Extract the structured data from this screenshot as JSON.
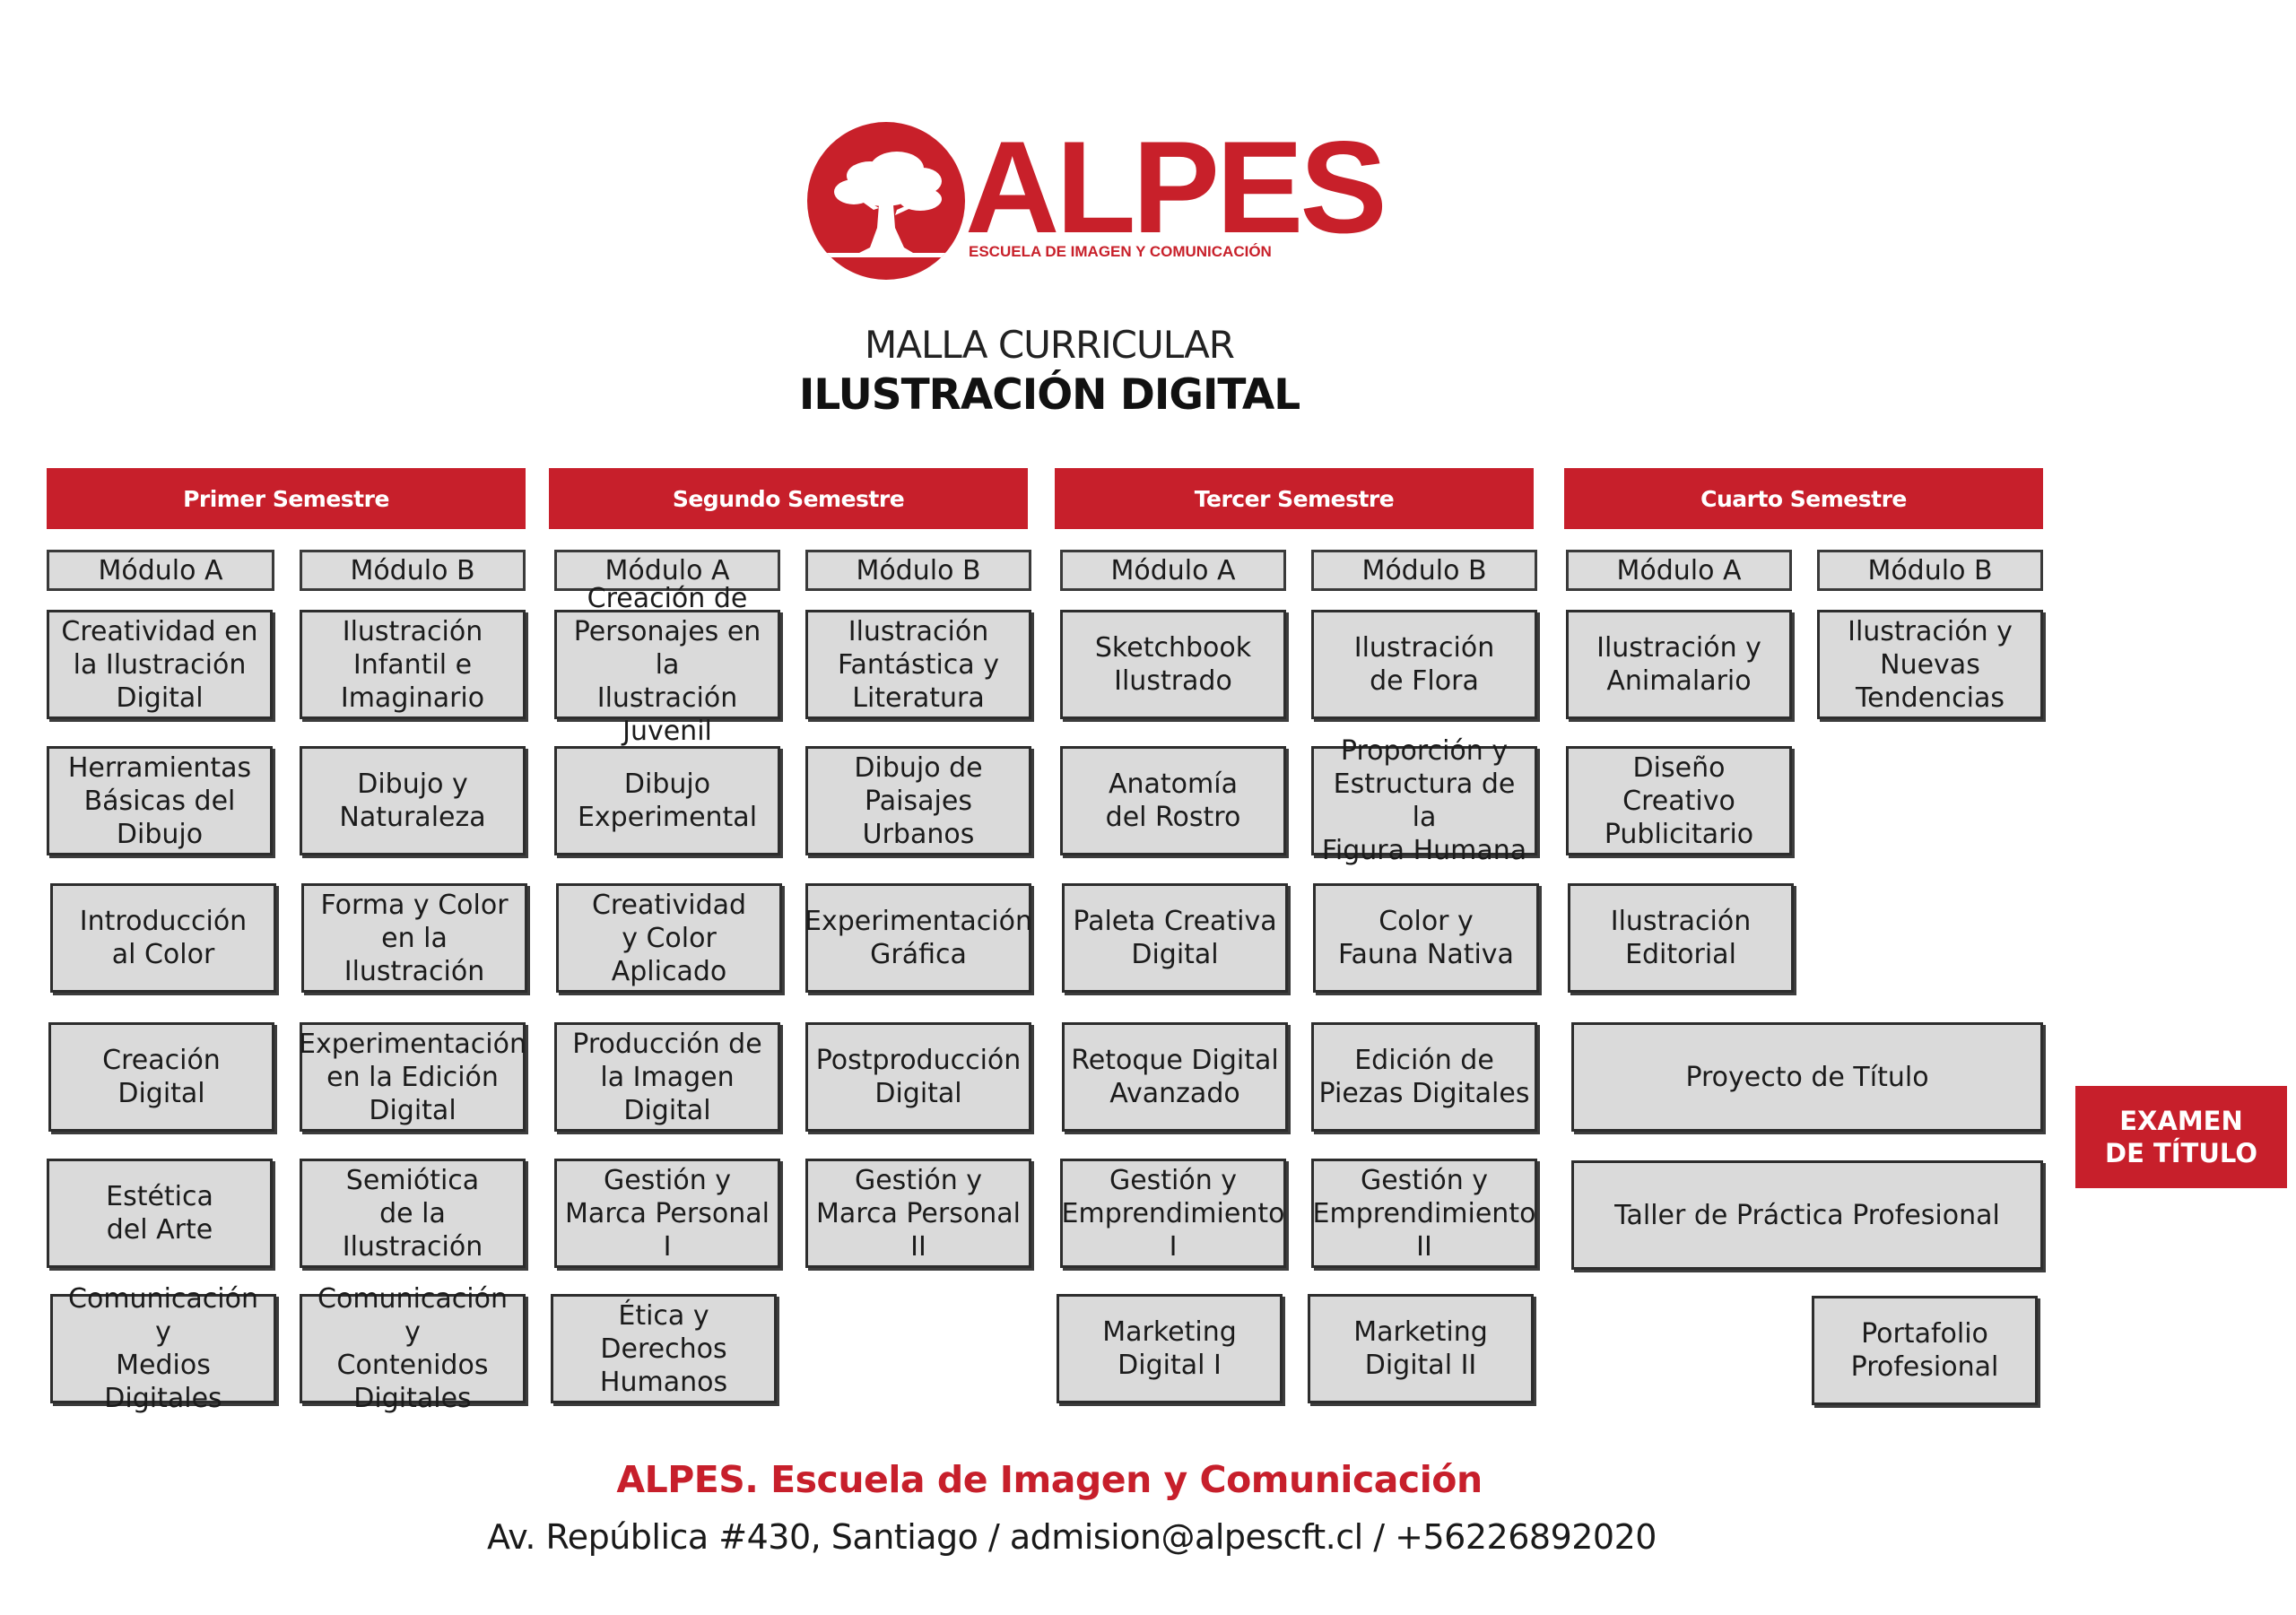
{
  "header": {
    "logo_word": "ALPES",
    "logo_tagline": "ESCUELA DE IMAGEN Y COMUNICACIÓN",
    "title_line1": "MALLA CURRICULAR",
    "title_line2": "ILUSTRACIÓN DIGITAL"
  },
  "semesters": [
    {
      "name": "Primer Semestre",
      "modules": [
        {
          "label": "Módulo A",
          "courses": [
            "Creatividad en\nla Ilustración\nDigital",
            "Herramientas\nBásicas del\nDibujo",
            "Introducción\nal Color",
            "Creación\nDigital",
            "Estética\ndel Arte",
            "Comunicación y\nMedios\nDigitales"
          ]
        },
        {
          "label": "Módulo B",
          "courses": [
            "Ilustración\nInfantil e\nImaginario",
            "Dibujo y\nNaturaleza",
            "Forma y Color\nen la\nIlustración",
            "Experimentación\nen la Edición\nDigital",
            "Semiótica\nde la\nIlustración",
            "Comunicación y\nContenidos\nDigitales"
          ]
        }
      ]
    },
    {
      "name": "Segundo Semestre",
      "modules": [
        {
          "label": "Módulo A",
          "courses": [
            "Creación de\nPersonajes en la\nIlustración Juvenil",
            "Dibujo\nExperimental",
            "Creatividad\ny Color\nAplicado",
            "Producción de\nla Imagen\nDigital",
            "Gestión y\nMarca Personal I",
            "Ética y\nDerechos\nHumanos"
          ]
        },
        {
          "label": "Módulo B",
          "courses": [
            "Ilustración\nFantástica y\nLiteratura",
            "Dibujo de\nPaisajes\nUrbanos",
            "Experimentación\nGráfica",
            "Postproducción\nDigital",
            "Gestión y\nMarca Personal II"
          ]
        }
      ]
    },
    {
      "name": "Tercer Semestre",
      "modules": [
        {
          "label": "Módulo A",
          "courses": [
            "Sketchbook\nIlustrado",
            "Anatomía\ndel Rostro",
            "Paleta Creativa\nDigital",
            "Retoque Digital\nAvanzado",
            "Gestión y\nEmprendimiento\nI",
            "Marketing\nDigital I"
          ]
        },
        {
          "label": "Módulo B",
          "courses": [
            "Ilustración\nde Flora",
            "Proporción y\nEstructura de la\nFigura Humana",
            "Color y\nFauna Nativa",
            "Edición de\nPiezas Digitales",
            "Gestión y\nEmprendimiento\nII",
            "Marketing\nDigital II"
          ]
        }
      ]
    },
    {
      "name": "Cuarto Semestre",
      "modules": [
        {
          "label": "Módulo A",
          "courses": [
            "Ilustración y\nAnimalario",
            "Diseño Creativo\nPublicitario",
            "Ilustración\nEditorial"
          ]
        },
        {
          "label": "Módulo B",
          "courses": [
            "Ilustración y\nNuevas\nTendencias"
          ]
        }
      ],
      "wide_courses": [
        "Proyecto de Título",
        "Taller de Práctica Profesional"
      ],
      "extra_course": "Portafolio\nProfesional"
    }
  ],
  "exam": "EXAMEN\nDE TÍTULO",
  "footer": {
    "line1": "ALPES. Escuela de Imagen y Comunicación",
    "line2": "Av. República #430, Santiago / admision@alpescft.cl / +56226892020"
  },
  "colors": {
    "brand_red": "#c71f2b",
    "box_fill": "#dadada"
  }
}
